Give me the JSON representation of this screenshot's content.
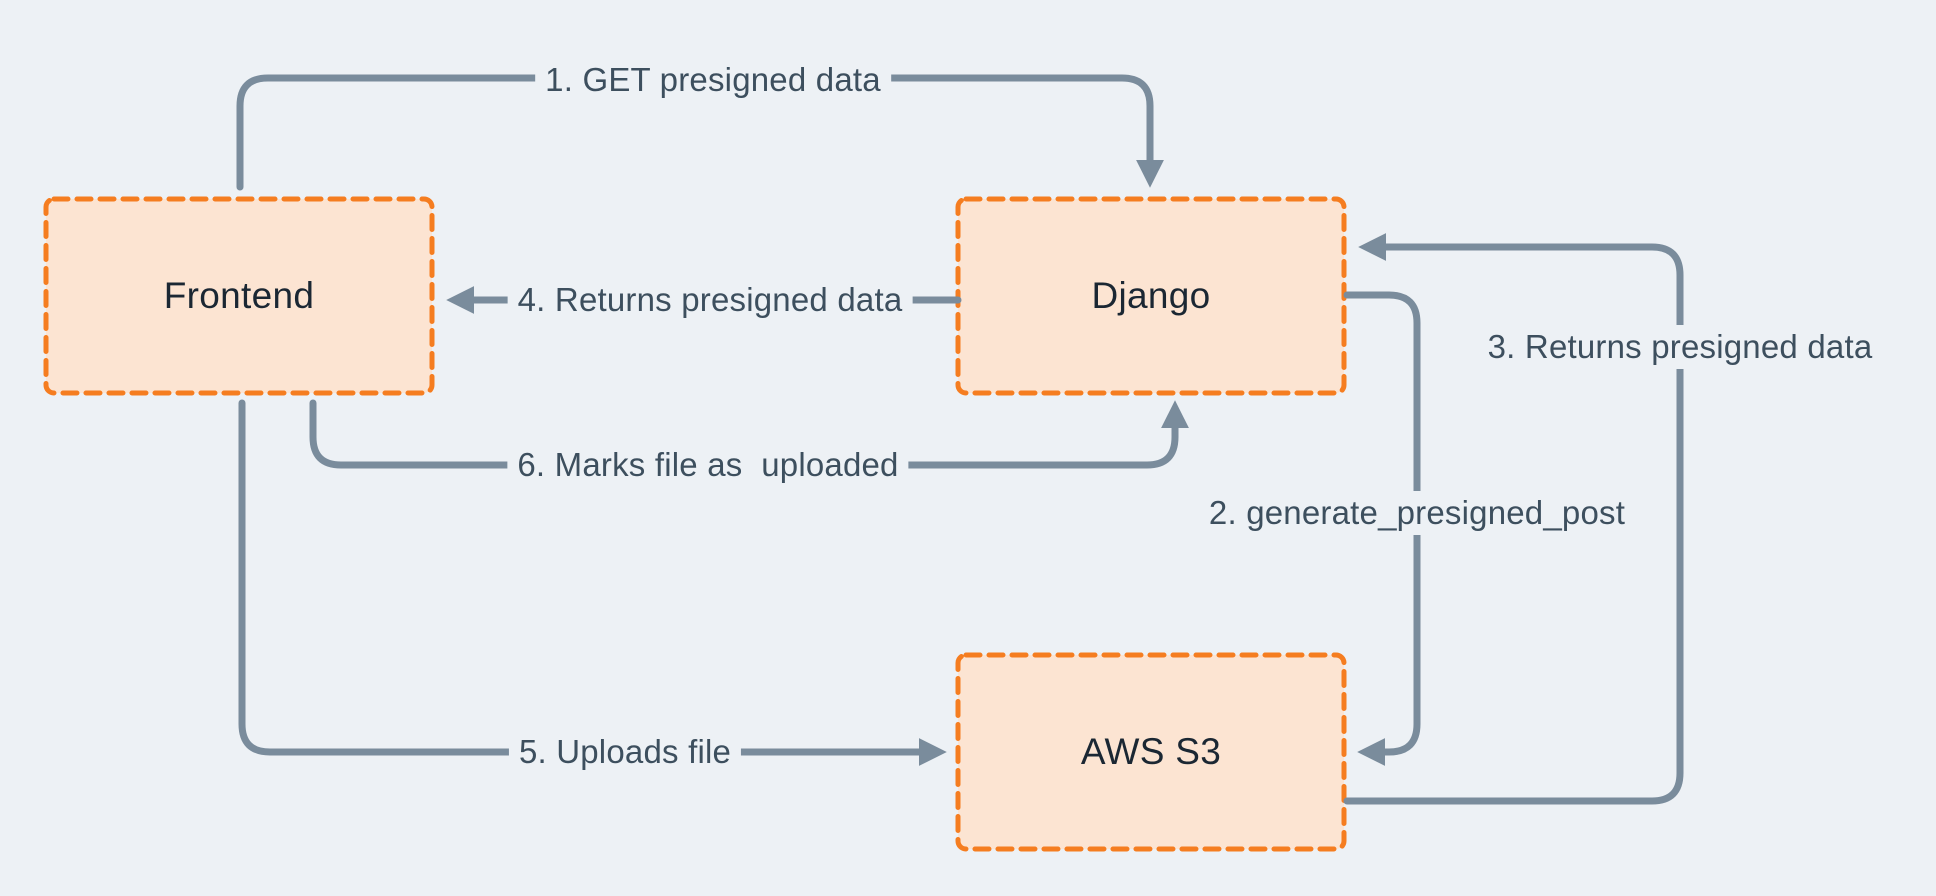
{
  "diagram": {
    "nodes": [
      {
        "id": "frontend",
        "label": "Frontend"
      },
      {
        "id": "django",
        "label": "Django"
      },
      {
        "id": "aws-s3",
        "label": "AWS S3"
      }
    ],
    "edges": [
      {
        "id": "1",
        "label": "1. GET presigned data",
        "from": "frontend",
        "to": "django"
      },
      {
        "id": "2",
        "label": "2. generate_presigned_post",
        "from": "django",
        "to": "aws-s3"
      },
      {
        "id": "3",
        "label": "3. Returns presigned data",
        "from": "aws-s3",
        "to": "django"
      },
      {
        "id": "4",
        "label": "4. Returns presigned data",
        "from": "django",
        "to": "frontend"
      },
      {
        "id": "5",
        "label": "5. Uploads file",
        "from": "frontend",
        "to": "aws-s3"
      },
      {
        "id": "6",
        "label": "6. Marks file as  uploaded",
        "from": "frontend",
        "to": "django"
      }
    ],
    "colors": {
      "background": "#edf1f5",
      "node_fill": "#fce4d2",
      "node_border": "#f57d20",
      "arrow": "#7a8c9c",
      "edge_label": "#3d4f5e",
      "node_label": "#1b2733"
    }
  }
}
